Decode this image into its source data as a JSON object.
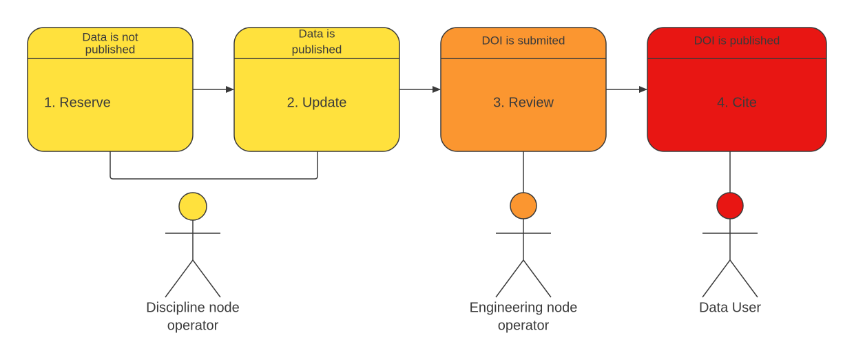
{
  "diagram": {
    "colors": {
      "yellow": "#FFE13D",
      "orange": "#FB9630",
      "red": "#E81613",
      "stroke": "#3a3a3a"
    },
    "boxes": [
      {
        "id": "reserve",
        "header_lines": [
          "Data is not",
          "published"
        ],
        "title": "1. Reserve",
        "color_key": "yellow"
      },
      {
        "id": "update",
        "header_lines": [
          "Data is",
          "published"
        ],
        "title": "2. Update",
        "color_key": "yellow"
      },
      {
        "id": "review",
        "header_lines": [
          "DOI is submited"
        ],
        "title": "3. Review",
        "color_key": "orange"
      },
      {
        "id": "cite",
        "header_lines": [
          "DOI is published"
        ],
        "title": "4. Cite",
        "color_key": "red"
      }
    ],
    "actors": [
      {
        "id": "discipline",
        "label_lines": [
          "Discipline node",
          "operator"
        ],
        "color_key": "yellow",
        "icon": "stick-figure-icon"
      },
      {
        "id": "engineering",
        "label_lines": [
          "Engineering node",
          "operator"
        ],
        "color_key": "orange",
        "icon": "stick-figure-icon"
      },
      {
        "id": "user",
        "label_lines": [
          "Data User"
        ],
        "color_key": "red",
        "icon": "stick-figure-icon"
      }
    ]
  }
}
